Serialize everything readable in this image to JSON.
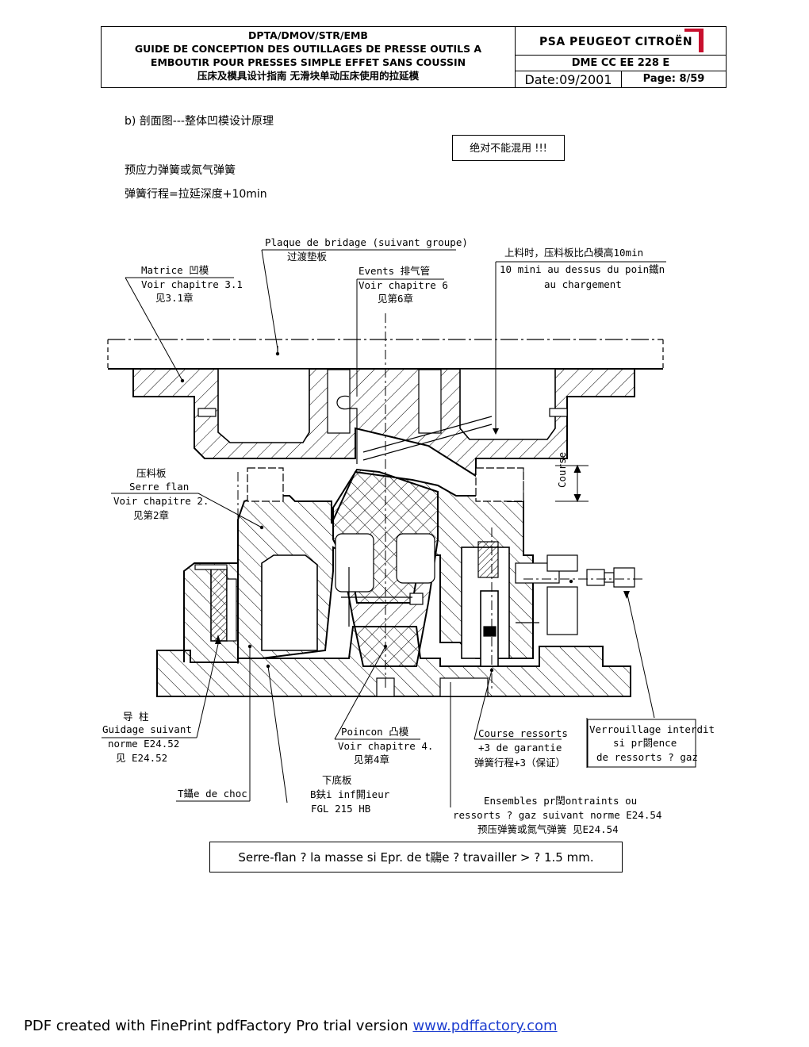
{
  "header": {
    "title_lines": [
      "DPTA/DMOV/STR/EMB",
      "GUIDE DE CONCEPTION DES OUTILLAGES DE PRESSE OUTILS A",
      "EMBOUTIR POUR PRESSES SIMPLE EFFET  SANS COUSSIN",
      "压床及模具设计指南 无滑块单动压床使用的拉延模"
    ],
    "brand": "PSA PEUGEOT CITROËN",
    "ref": "DME CC EE 228 E",
    "date": "Date:09/2001",
    "page": "Page: 8/59",
    "brand_color": "#c8102e"
  },
  "body": {
    "section": "b)  剖面图---整体凹模设计原理",
    "warning": "绝对不能混用 !!!",
    "line1": "预应力弹簧或氮气弹簧",
    "line2": "弹簧行程=拉延深度+10min"
  },
  "labels": {
    "plaque_fr": "Plaque de bridage (suivant groupe)",
    "plaque_cn": "过渡垫板",
    "matrice_fr": "Matrice  凹模",
    "matrice_ch": "Voir chapitre  3.1",
    "matrice_cn": "见3.1章",
    "events_fr": "Events  排气管",
    "events_ch": "Voir chapitre  6",
    "events_cn": "见第6章",
    "load_cn": "上料时，压料板比凸模高10min",
    "load_fr1": "10  mini au dessus du poin鐵n",
    "load_fr2": "au chargement",
    "serre_cn": "压料板",
    "serre_fr": "Serre flan",
    "serre_ch": "Voir chapitre  2.",
    "serre_cn2": "见第2章",
    "course": "Course",
    "guide_cn": "导 柱",
    "guide_fr1": "Guidage suivant",
    "guide_fr2": "norme E24.52",
    "guide_cn2": "见 E24.52",
    "talon": "T鑷e de choc",
    "poincon_fr": "Poincon  凸模",
    "poincon_ch": "Voir chapitre  4.",
    "poincon_cn": "见第4章",
    "base_cn": "下底板",
    "base_fr": "B鈇i inf閞ieur",
    "base_mat": "FGL 215 HB",
    "course_r1": "Course ressorts",
    "course_r2": "+3 de garantie",
    "course_r3": "弹簧行程+3（保证）",
    "verr1": "Verrouillage interdit",
    "verr2": "si pr閟ence",
    "verr3": "de ressorts ? gaz",
    "ens1": "Ensembles pr閏ontraints ou",
    "ens2": "ressorts ? gaz suivant norme E24.54",
    "ens3": "预压弹簧或氮气弹簧    见E24.54"
  },
  "bottom_note": "Serre-flan ? la masse si Epr. de t鬺e ? travailler > ? 1.5 mm.",
  "footer": {
    "text": "PDF created with FinePrint pdfFactory Pro trial version ",
    "link": "www.pdffactory.com",
    "link_color": "#1f3fd0"
  }
}
